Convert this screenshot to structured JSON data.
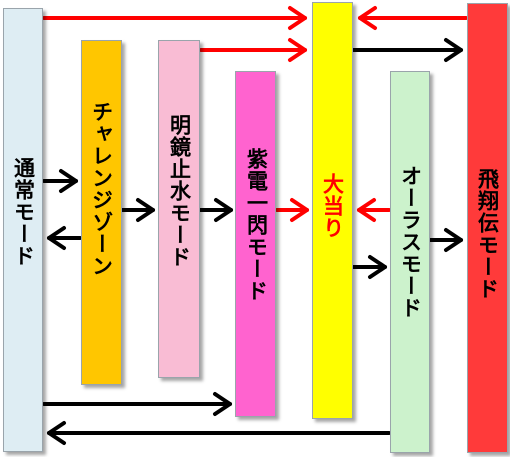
{
  "modes": [
    {
      "id": "tsujo",
      "label": "通常モード",
      "fill": "#deedf3",
      "text_color": "#000000"
    },
    {
      "id": "challenge",
      "label": "チャレンジゾーン",
      "fill": "#ffc600",
      "text_color": "#000000"
    },
    {
      "id": "meikyo",
      "label": "明鏡止水モード",
      "fill": "#f9bcd4",
      "text_color": "#000000"
    },
    {
      "id": "shiden",
      "label": "紫電一閃モード",
      "fill": "#ff63cf",
      "text_color": "#000000"
    },
    {
      "id": "oatari",
      "label": "大当り",
      "fill": "#ffff00",
      "text_color": "#ff0000"
    },
    {
      "id": "aura",
      "label": "オーラスモード",
      "fill": "#ccf2cc",
      "text_color": "#000000"
    },
    {
      "id": "hisho",
      "label": "飛翔伝モード",
      "fill": "#ff3a3a",
      "text_color": "#000000"
    }
  ],
  "colors": {
    "arrow_black": "#000000",
    "arrow_red": "#ff0000"
  },
  "transitions": [
    {
      "from": "tsujo",
      "to": "oatari",
      "color": "red"
    },
    {
      "from": "hisho",
      "to": "oatari",
      "color": "red"
    },
    {
      "from": "meikyo",
      "to": "oatari",
      "color": "red"
    },
    {
      "from": "oatari",
      "to": "hisho",
      "color": "black"
    },
    {
      "from": "tsujo",
      "to": "challenge",
      "color": "black"
    },
    {
      "from": "challenge",
      "to": "tsujo",
      "color": "black"
    },
    {
      "from": "challenge",
      "to": "meikyo",
      "color": "black"
    },
    {
      "from": "meikyo",
      "to": "shiden",
      "color": "black"
    },
    {
      "from": "shiden",
      "to": "oatari",
      "color": "red"
    },
    {
      "from": "aura",
      "to": "oatari",
      "color": "red"
    },
    {
      "from": "oatari",
      "to": "aura",
      "color": "black"
    },
    {
      "from": "aura",
      "to": "hisho",
      "color": "black"
    },
    {
      "from": "tsujo",
      "to": "shiden",
      "color": "black"
    },
    {
      "from": "aura",
      "to": "tsujo",
      "color": "black"
    }
  ]
}
